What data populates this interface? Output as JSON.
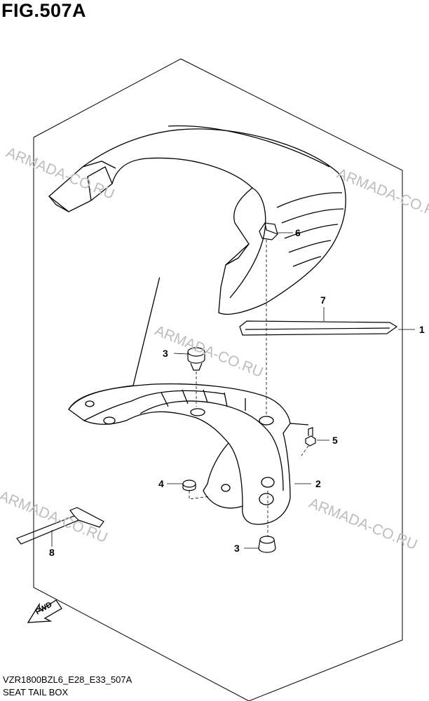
{
  "figure": {
    "title": "FIG.507A",
    "model_code": "VZR1800BZL6_E28_E33_507A",
    "caption": "SEAT TAIL BOX"
  },
  "watermark": "ARMADA-CO.RU",
  "fwd_label": "FWD",
  "callouts": {
    "c1": "1",
    "c2": "2",
    "c3a": "3",
    "c3b": "3",
    "c4": "4",
    "c5": "5",
    "c6": "6",
    "c7": "7",
    "c8": "8"
  },
  "colors": {
    "line": "#000000",
    "watermark": "#bdbdbd",
    "background": "#ffffff"
  }
}
